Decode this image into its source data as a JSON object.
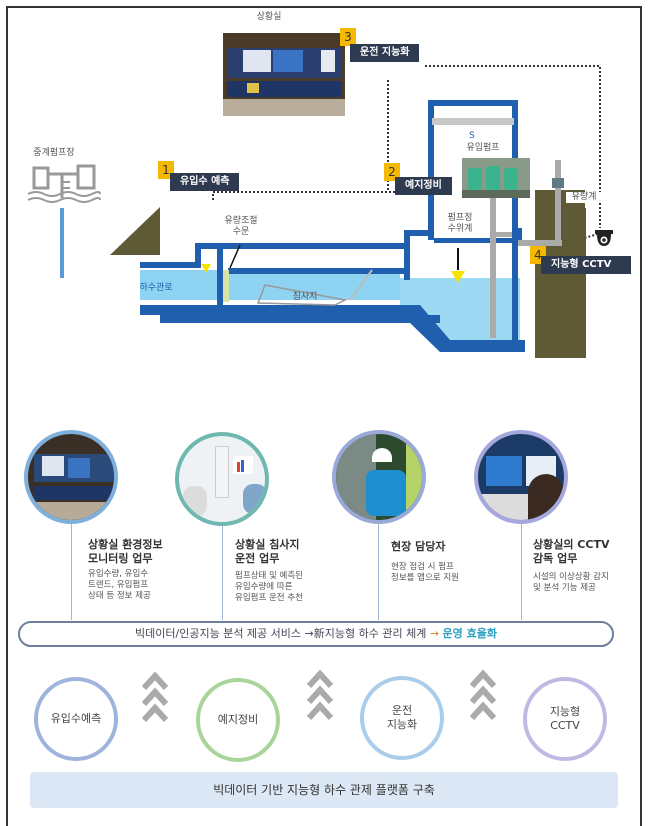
{
  "diagram": {
    "control_room_label": "상황실",
    "relay_pump_label": "중계펌프장",
    "flow_gate_label_line1": "유량조절",
    "flow_gate_label_line2": "수문",
    "sewer_pipe_label": "하수관로",
    "sedimentation_label": "침사지",
    "inflow_pump_label": "유입펌프",
    "pump_level_label_line1": "펌프정",
    "pump_level_label_line2": "수위계",
    "flowmeter_label": "유량계",
    "steps": [
      {
        "number": "1",
        "label": "유입수 예측"
      },
      {
        "number": "2",
        "label": "예지정비"
      },
      {
        "number": "3",
        "label": "운전 지능화"
      },
      {
        "number": "4",
        "label": "지능형 CCTV"
      }
    ]
  },
  "roles": [
    {
      "title_line1": "상황실 환경정보",
      "title_line2": "모니터링 업무",
      "desc": [
        "유입수량, 유입수",
        "트렌드, 유입펌프",
        "상태 등 정보 제공"
      ]
    },
    {
      "title_line1": "상황실 침사지",
      "title_line2": "운전 업무",
      "desc": [
        "펌프상태 및 예측된",
        "유입수량에 따른",
        "유입펌프 운전 추천"
      ]
    },
    {
      "title_line1": "현장 담당자",
      "title_line2": "",
      "desc": [
        "현장 점검 시 펌프",
        "정보를 앱으로 지원",
        ""
      ]
    },
    {
      "title_line1": "상황실의 CCTV",
      "title_line2": "감독 업무",
      "desc": [
        "시설의 이상상황 감지",
        "및 분석 기능 제공",
        ""
      ]
    }
  ],
  "banner": {
    "part1": "빅데이터/인공지능 분석 제공 서비스 →新지능형 하수 관리 체계",
    "arrow": "→",
    "part2": "운영 효율화"
  },
  "pillars": [
    {
      "line1": "유입수예측",
      "line2": "",
      "color": "#9fb4dd"
    },
    {
      "line1": "예지정비",
      "line2": "",
      "color": "#a9d49a"
    },
    {
      "line1": "운전",
      "line2": "지능화",
      "color": "#a9cdea"
    },
    {
      "line1": "지능형",
      "line2": "CCTV",
      "color": "#c3b8e3"
    }
  ],
  "footer": {
    "label": "빅데이터 기반 지능형 하수 관제 플랫폼 구축"
  },
  "colors": {
    "accent_blue": "#1f5fae",
    "water": "#8ed3f2",
    "badge": "#f5b800",
    "tag": "#2d3a4f",
    "earth": "#5e5a36"
  }
}
